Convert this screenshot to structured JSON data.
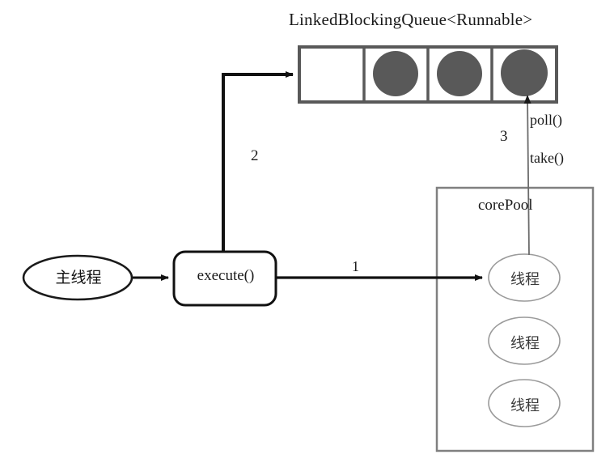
{
  "diagram": {
    "title": "LinkedBlockingQueue<Runnable>",
    "colors": {
      "queue_border": "#595959",
      "task_fill": "#595959",
      "corepool_border": "#808080",
      "thread_ellipse_border": "#999999",
      "main_thread_border": "#1a1a1a",
      "execute_border": "#111111",
      "arrow_thick": "#111111",
      "arrow_thin": "#6b6b6b",
      "text": "#1a1a1a",
      "background": "#ffffff"
    },
    "queue": {
      "label": "LinkedBlockingQueue<Runnable>",
      "cells": [
        {
          "name": "queue-cell-0",
          "filled": false
        },
        {
          "name": "queue-cell-1",
          "filled": true
        },
        {
          "name": "queue-cell-2",
          "filled": true
        },
        {
          "name": "queue-cell-3",
          "filled": true
        }
      ]
    },
    "main_thread": {
      "label": "主线程"
    },
    "execute_node": {
      "label": "execute()"
    },
    "core_pool": {
      "label": "corePool",
      "threads": [
        {
          "label": "线程"
        },
        {
          "label": "线程"
        },
        {
          "label": "线程"
        }
      ]
    },
    "edges": [
      {
        "name": "edge-main-to-execute",
        "label": ""
      },
      {
        "name": "edge-execute-to-thread",
        "label": "1"
      },
      {
        "name": "edge-execute-to-queue",
        "label": "2"
      },
      {
        "name": "edge-queue-to-thread",
        "label": "3"
      }
    ],
    "annotations": {
      "poll": "poll()",
      "take": "take()",
      "step_1": "1",
      "step_2": "2",
      "step_3": "3"
    }
  }
}
